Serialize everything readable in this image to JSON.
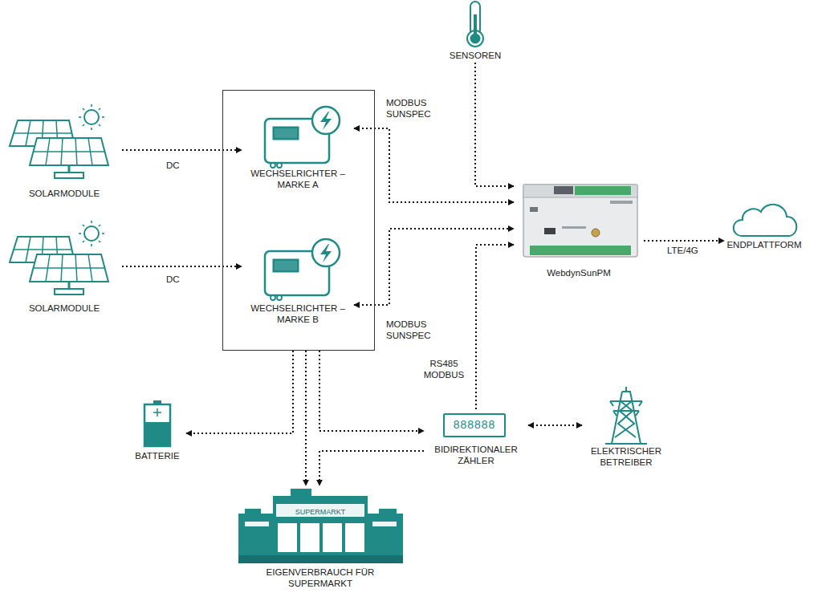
{
  "diagram": {
    "nodes": [
      {
        "text": [
          "SOLARMODULE"
        ]
      },
      {
        "text": [
          "SOLARMODULE"
        ]
      },
      {
        "text": [
          "SENSOREN"
        ]
      },
      {
        "text": []
      },
      {
        "text": [
          "WECHSELRICHTER – MARKE A"
        ],
        "in": 3
      },
      {
        "text": [
          "WECHSELRICHTER – MARKE B"
        ],
        "in": 3
      },
      {
        "text": [
          "WebdynSunPM"
        ]
      },
      {
        "text": [
          "ENDPLATTFORM"
        ]
      },
      {
        "text": [
          "BATTERIE"
        ]
      },
      {
        "text": [
          "888888",
          "BIDIREKTIONALER ZÄHLER"
        ]
      },
      {
        "text": [
          "ELEKTRISCHER BETREIBER"
        ]
      },
      {
        "text": [
          "SUPERMARKT",
          "EIGENVERBRAUCH FÜR SUPERMARKT"
        ]
      }
    ],
    "edges": [
      {
        "from": 0,
        "to": 4,
        "arrow": "to",
        "label": "DC"
      },
      {
        "from": 1,
        "to": 5,
        "arrow": "to",
        "label": "DC"
      },
      {
        "from": 2,
        "to": 6,
        "arrow": "to"
      },
      {
        "from": 4,
        "to": 6,
        "arrow": "both",
        "label": "MODBUS SUNSPEC"
      },
      {
        "from": 5,
        "to": 6,
        "arrow": "both",
        "label": "MODBUS SUNSPEC"
      },
      {
        "from": 6,
        "to": 7,
        "arrow": "to",
        "label": "LTE/4G"
      },
      {
        "from": 9,
        "to": 6,
        "arrow": "to",
        "label": "RS485 MODBUS"
      },
      {
        "from": 3,
        "to": 8,
        "arrow": "to"
      },
      {
        "from": 3,
        "to": 11,
        "arrow": "to"
      },
      {
        "from": 3,
        "to": 9,
        "arrow": "to"
      },
      {
        "from": 9,
        "to": 11,
        "arrow": "to"
      },
      {
        "from": 9,
        "to": 10,
        "arrow": "both"
      }
    ]
  }
}
